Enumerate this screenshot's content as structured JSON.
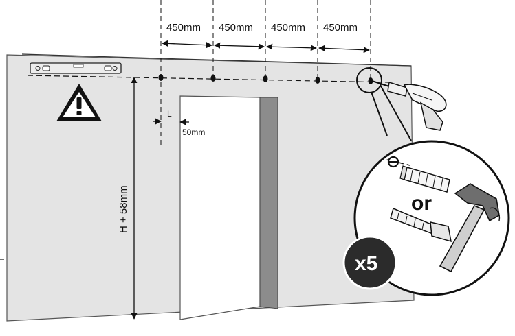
{
  "diagram": {
    "spacing_labels": [
      "450mm",
      "450mm",
      "450mm",
      "450mm"
    ],
    "height_label": "H + 58mm",
    "offset_marker_label": "L",
    "offset_distance_label": "50mm",
    "or_label": "or",
    "quantity_label": "x5"
  },
  "colors": {
    "wall": "#e4e4e4",
    "wall_edge": "#555555",
    "line": "#111111",
    "door_frame": "#8c8c8c",
    "warning_fill": "#ffffff",
    "badge": "#2b2b2b"
  },
  "icons": [
    "spirit-level-icon",
    "warning-icon",
    "drill-icon",
    "wall-plug-icon",
    "screw-anchor-icon",
    "hammer-icon"
  ]
}
